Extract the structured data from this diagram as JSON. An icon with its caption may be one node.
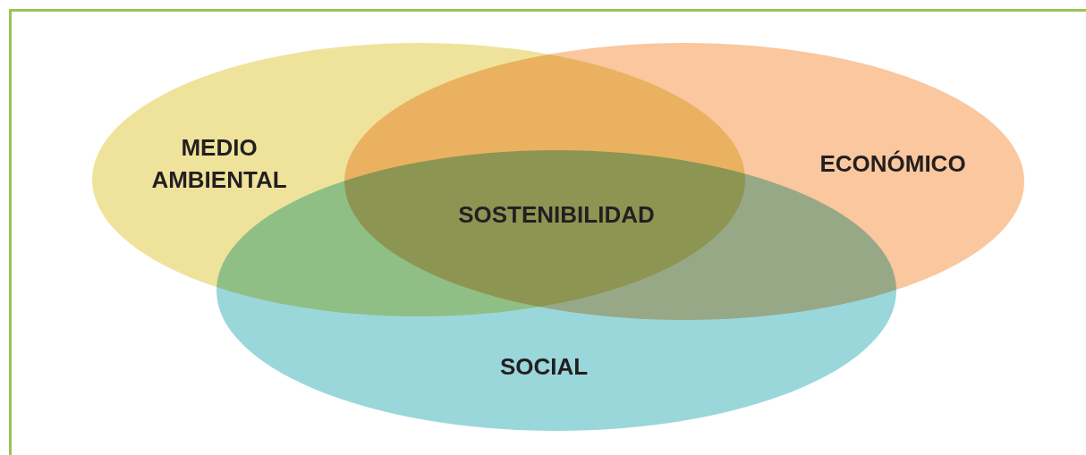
{
  "diagram": {
    "nodes": [
      {
        "text": [
          "MEDIO AMBIENTAL"
        ]
      },
      {
        "text": [
          "ECONÓMICO"
        ]
      },
      {
        "text": [
          "SOCIAL"
        ]
      }
    ],
    "labels": [
      "SOSTENIBILIDAD"
    ]
  }
}
